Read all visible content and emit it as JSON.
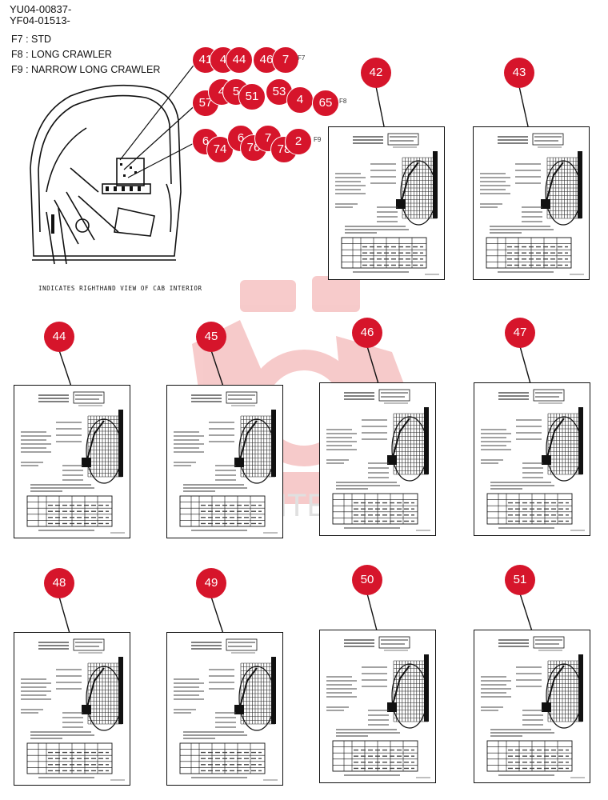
{
  "header": {
    "code_1": "YU04-00837-",
    "code_2": "YF04-01513-"
  },
  "legend": [
    {
      "code": "F7",
      "label": "STD"
    },
    {
      "code": "F8",
      "label": "LONG CRAWLER"
    },
    {
      "code": "F9",
      "label": "NARROW  LONG CRAWLER"
    }
  ],
  "caption": "INDICATES RIGHTHAND VIEW OF CAB INTERIOR",
  "callout_groups": [
    {
      "suffix": "F7",
      "bubbles": [
        "41",
        "4",
        "44",
        "46",
        "7"
      ]
    },
    {
      "suffix": "F8",
      "bubbles": [
        "57",
        "4",
        "5",
        "51",
        "53",
        "4",
        "65"
      ]
    },
    {
      "suffix": "F9",
      "bubbles": [
        "6",
        "74",
        "6",
        "76",
        "7",
        "78",
        "2"
      ]
    }
  ],
  "plates": [
    "42",
    "43",
    "44",
    "45",
    "46",
    "47",
    "48",
    "49",
    "50",
    "51"
  ],
  "colors": {
    "badge": "#d6152b",
    "watermark": "#f2a3a3"
  },
  "watermark": "HTE"
}
